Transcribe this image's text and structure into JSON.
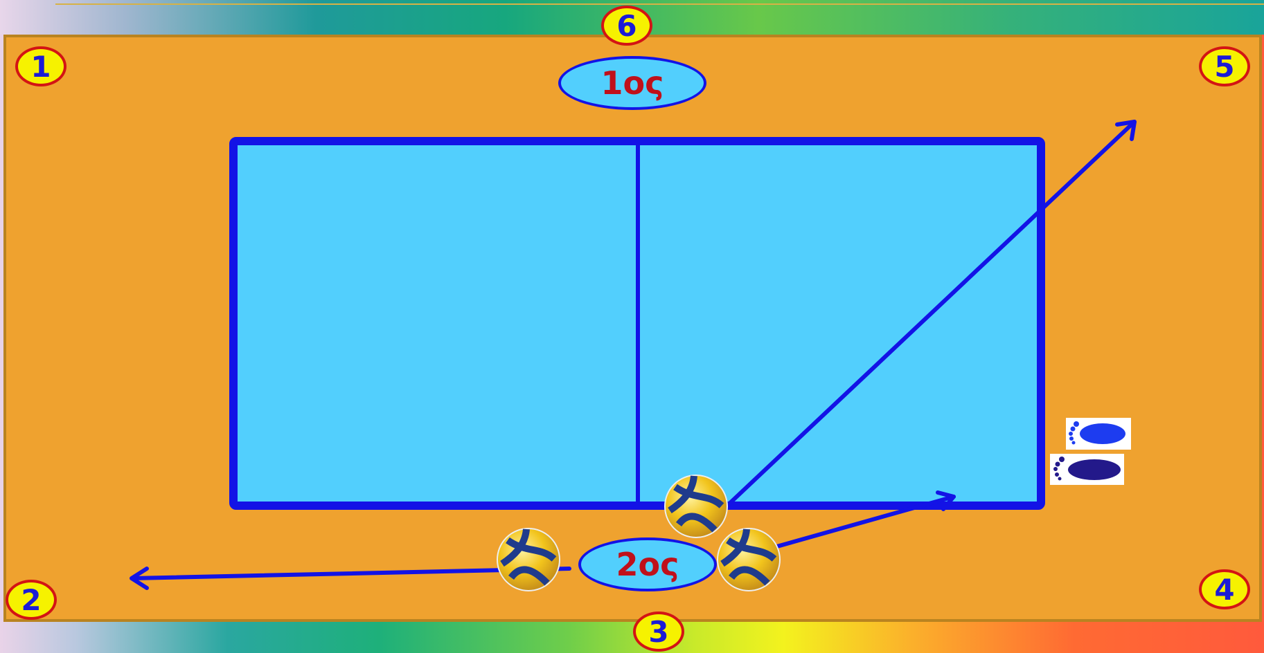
{
  "positions": {
    "p1": "1",
    "p2": "2",
    "p3": "3",
    "p4": "4",
    "p5": "5",
    "p6": "6"
  },
  "labels": {
    "first": "1ος",
    "second": "2ος"
  },
  "colors": {
    "floor": "#efa22f",
    "court": "#52cffd",
    "lines": "#1313e6",
    "badge_fill": "#f6f200",
    "badge_border": "#d31414",
    "label_text": "#c0101a"
  },
  "icons": [
    "volleyball-icon",
    "footprint-icon",
    "arrow-icon"
  ]
}
